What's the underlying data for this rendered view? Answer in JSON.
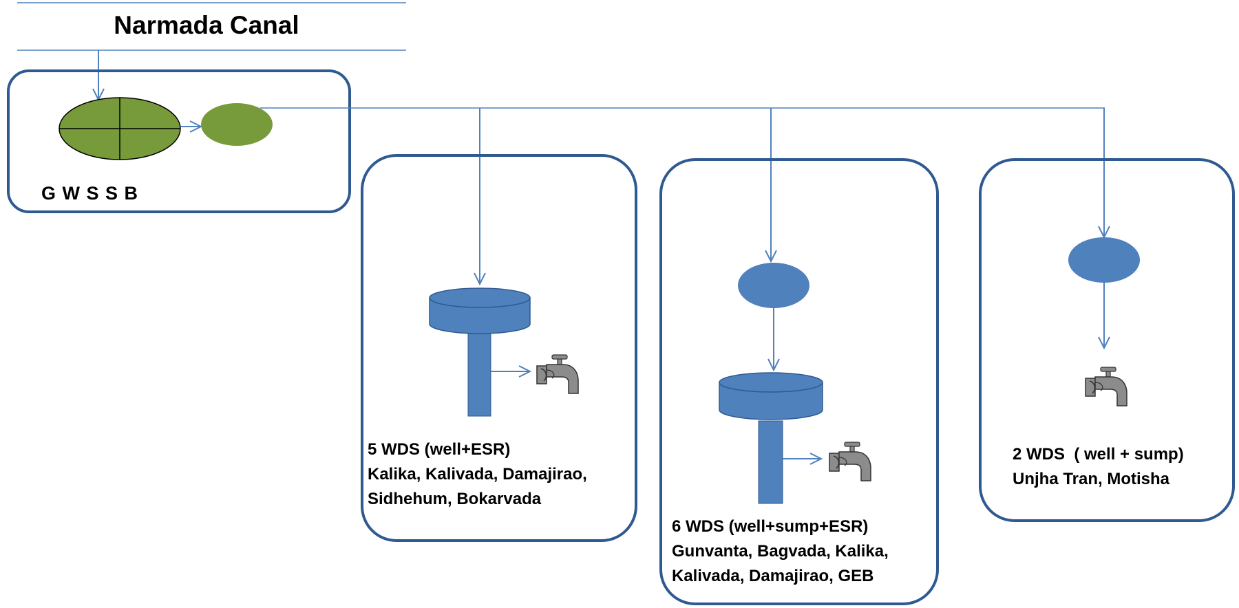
{
  "title": "Narmada Canal",
  "source": {
    "label": "G W S S B"
  },
  "stations": [
    {
      "heading": "5 WDS (well+ESR)",
      "line1": "Kalika, Kalivada, Damajirao,",
      "line2": "Sidhehum, Bokarvada"
    },
    {
      "heading": "6 WDS (well+sump+ESR)",
      "line1": "Gunvanta, Bagvada, Kalika,",
      "line2": "Kalivada, Damajirao, GEB"
    },
    {
      "heading": "2 WDS  ( well + sump)",
      "line1": "Unjha Tran, Motisha",
      "line2": ""
    }
  ],
  "colors": {
    "line": "#4f81bd",
    "box_border": "#2f5a91",
    "treatment_green": "#779a3a",
    "tank_blue": "#4f81bd",
    "tap_gray": "#8c8c8c"
  },
  "icons": [
    "faucet-icon",
    "water-tower-icon",
    "sump-icon",
    "treatment-plant-icon"
  ]
}
